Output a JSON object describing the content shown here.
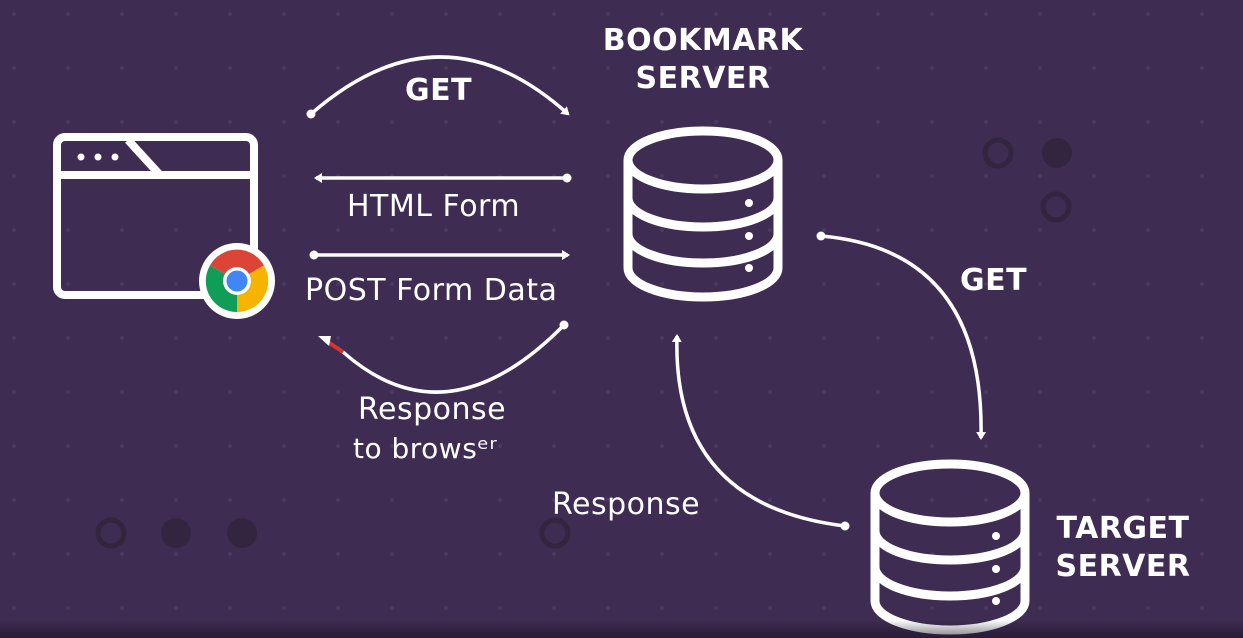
{
  "nodes": {
    "bookmark_server": {
      "line1": "BOOKMARK",
      "line2": "SERVER"
    },
    "target_server": {
      "line1": "TARGET",
      "line2": "SERVER"
    }
  },
  "edges": {
    "get_top": "GET",
    "html_form": "HTML Form",
    "post_form_data": "POST Form Data",
    "response_to_browser": {
      "line1": "Response",
      "line2": "to browsᵉʳ"
    },
    "get_right": "GET",
    "response_bottom": "Response"
  },
  "colors": {
    "background": "#3e2c52",
    "foreground": "#ffffff",
    "dots": "#4a3a5e",
    "accent_red": "#d9342b",
    "chrome_red": "#db4437",
    "chrome_yellow": "#f4b400",
    "chrome_green": "#0f9d58",
    "chrome_blue": "#4285f4"
  },
  "icons": {
    "browser": "browser-window-icon",
    "chrome": "chrome-logo-icon",
    "server": "database-server-icon"
  }
}
